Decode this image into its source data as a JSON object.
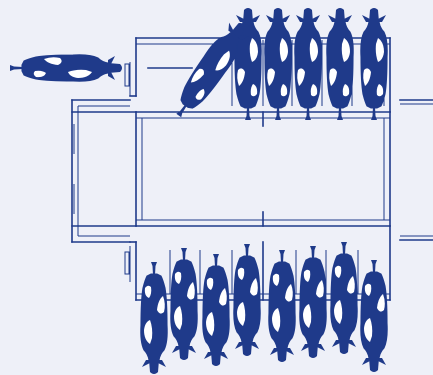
{
  "diagram": {
    "kind": "parallel milking parlour layout",
    "colors": {
      "background": "#eef0f8",
      "ink": "#1f3a8a",
      "cow_patch": "#ffffff"
    },
    "stalls": {
      "upper_row_cows": 6,
      "lower_row_cows": 8,
      "entering_cows": 1
    }
  }
}
